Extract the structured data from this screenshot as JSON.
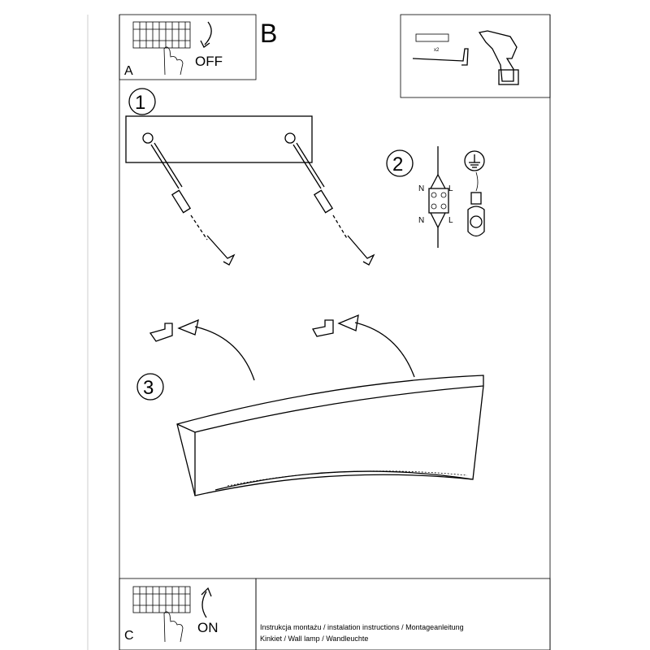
{
  "panels": {
    "a": {
      "label": "A",
      "action": "OFF"
    },
    "b": {
      "label": "B",
      "quantity": "x2"
    },
    "c": {
      "label": "C",
      "action": "ON"
    }
  },
  "steps": {
    "step1": "1",
    "step2": "2",
    "step3": "3"
  },
  "wiring": {
    "n_top": "N",
    "l_top": "L",
    "n_bottom": "N",
    "l_bottom": "L"
  },
  "footer": {
    "line1": "Instrukcja montażu / instalation instructions / Montageanleitung",
    "line2": "Kinkiet / Wall lamp / Wandleuchte"
  }
}
